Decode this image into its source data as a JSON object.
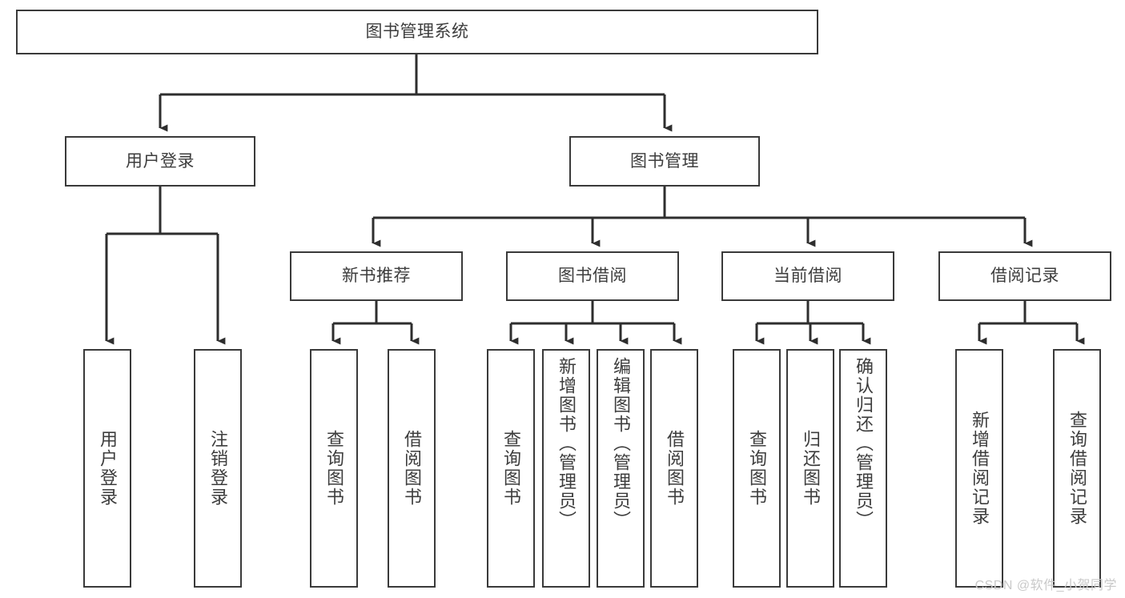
{
  "diagram": {
    "type": "tree-hierarchy",
    "title": "图书管理系统",
    "watermark": "CSDN @软件_小贺同学",
    "colors": {
      "box_border": "#3a3a3a",
      "box_fill": "#ffffff",
      "connector": "#2e2e2e",
      "text": "#3d3d3d",
      "watermark": "#c9c9c9",
      "background": "#ffffff"
    },
    "levels": {
      "level0": [
        {
          "id": "root",
          "label": "图书管理系统",
          "orientation": "horizontal"
        }
      ],
      "level1": [
        {
          "id": "user-login",
          "label": "用户登录",
          "orientation": "horizontal",
          "parent": "root"
        },
        {
          "id": "book-manage",
          "label": "图书管理",
          "orientation": "horizontal",
          "parent": "root"
        }
      ],
      "level2": [
        {
          "id": "new-book-rec",
          "label": "新书推荐",
          "orientation": "horizontal",
          "parent": "book-manage"
        },
        {
          "id": "book-borrow",
          "label": "图书借阅",
          "orientation": "horizontal",
          "parent": "book-manage"
        },
        {
          "id": "current-borrow",
          "label": "当前借阅",
          "orientation": "horizontal",
          "parent": "book-manage"
        },
        {
          "id": "borrow-record",
          "label": "借阅记录",
          "orientation": "horizontal",
          "parent": "book-manage"
        }
      ],
      "level3": [
        {
          "id": "leaf-user-login",
          "label": "用户登录",
          "orientation": "vertical",
          "parent": "user-login"
        },
        {
          "id": "leaf-logout",
          "label": "注销登录",
          "orientation": "vertical",
          "parent": "user-login"
        },
        {
          "id": "leaf-query-book-1",
          "label": "查询图书",
          "orientation": "vertical",
          "parent": "new-book-rec"
        },
        {
          "id": "leaf-borrow-book-1",
          "label": "借阅图书",
          "orientation": "vertical",
          "parent": "new-book-rec"
        },
        {
          "id": "leaf-query-book-2",
          "label": "查询图书",
          "orientation": "vertical",
          "parent": "book-borrow"
        },
        {
          "id": "leaf-add-book",
          "label": "新增图书（管理员）",
          "orientation": "vertical",
          "parent": "book-borrow"
        },
        {
          "id": "leaf-edit-book",
          "label": "编辑图书（管理员）",
          "orientation": "vertical",
          "parent": "book-borrow"
        },
        {
          "id": "leaf-borrow-book-2",
          "label": "借阅图书",
          "orientation": "vertical",
          "parent": "book-borrow"
        },
        {
          "id": "leaf-query-book-3",
          "label": "查询图书",
          "orientation": "vertical",
          "parent": "current-borrow"
        },
        {
          "id": "leaf-return-book",
          "label": "归还图书",
          "orientation": "vertical",
          "parent": "current-borrow"
        },
        {
          "id": "leaf-confirm-return",
          "label": "确认归还（管理员）",
          "orientation": "vertical",
          "parent": "current-borrow"
        },
        {
          "id": "leaf-add-record",
          "label": "新增借阅记录",
          "orientation": "vertical",
          "parent": "borrow-record"
        },
        {
          "id": "leaf-query-record",
          "label": "查询借阅记录",
          "orientation": "vertical",
          "parent": "borrow-record"
        }
      ]
    }
  }
}
